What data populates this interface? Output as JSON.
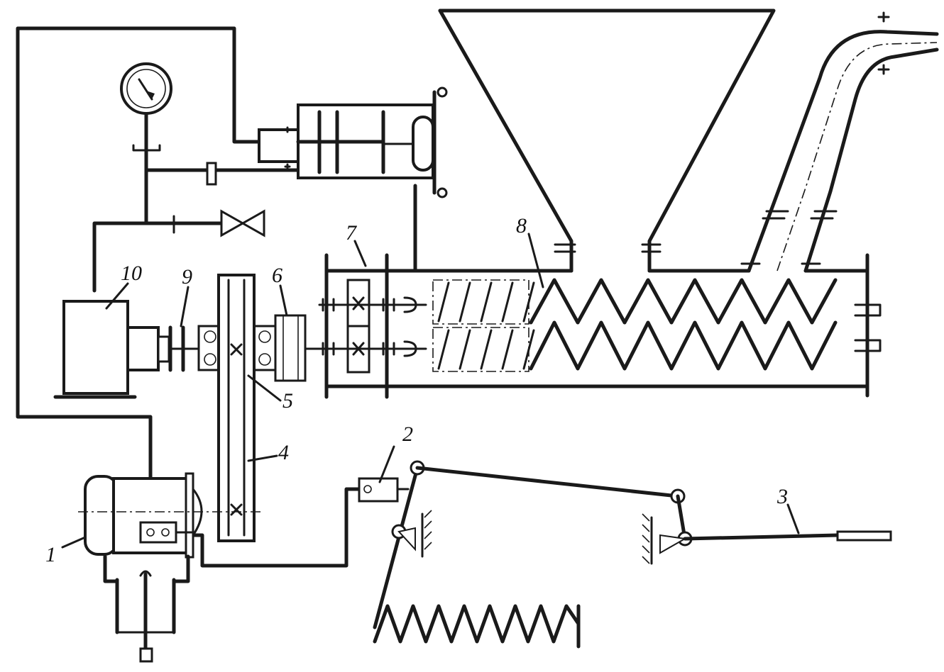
{
  "diagram": {
    "callouts": [
      {
        "id": "1",
        "text": "1"
      },
      {
        "id": "2",
        "text": "2"
      },
      {
        "id": "3",
        "text": "3"
      },
      {
        "id": "4",
        "text": "4"
      },
      {
        "id": "5",
        "text": "5"
      },
      {
        "id": "6",
        "text": "6"
      },
      {
        "id": "7",
        "text": "7"
      },
      {
        "id": "8",
        "text": "8"
      },
      {
        "id": "9",
        "text": "9"
      },
      {
        "id": "10",
        "text": "10"
      }
    ],
    "icons": [
      "pressure-gauge-icon",
      "valve-icon",
      "ground-hatch-icon"
    ],
    "colors": {
      "ink": "#1a1a1a",
      "paper": "#ffffff"
    }
  }
}
